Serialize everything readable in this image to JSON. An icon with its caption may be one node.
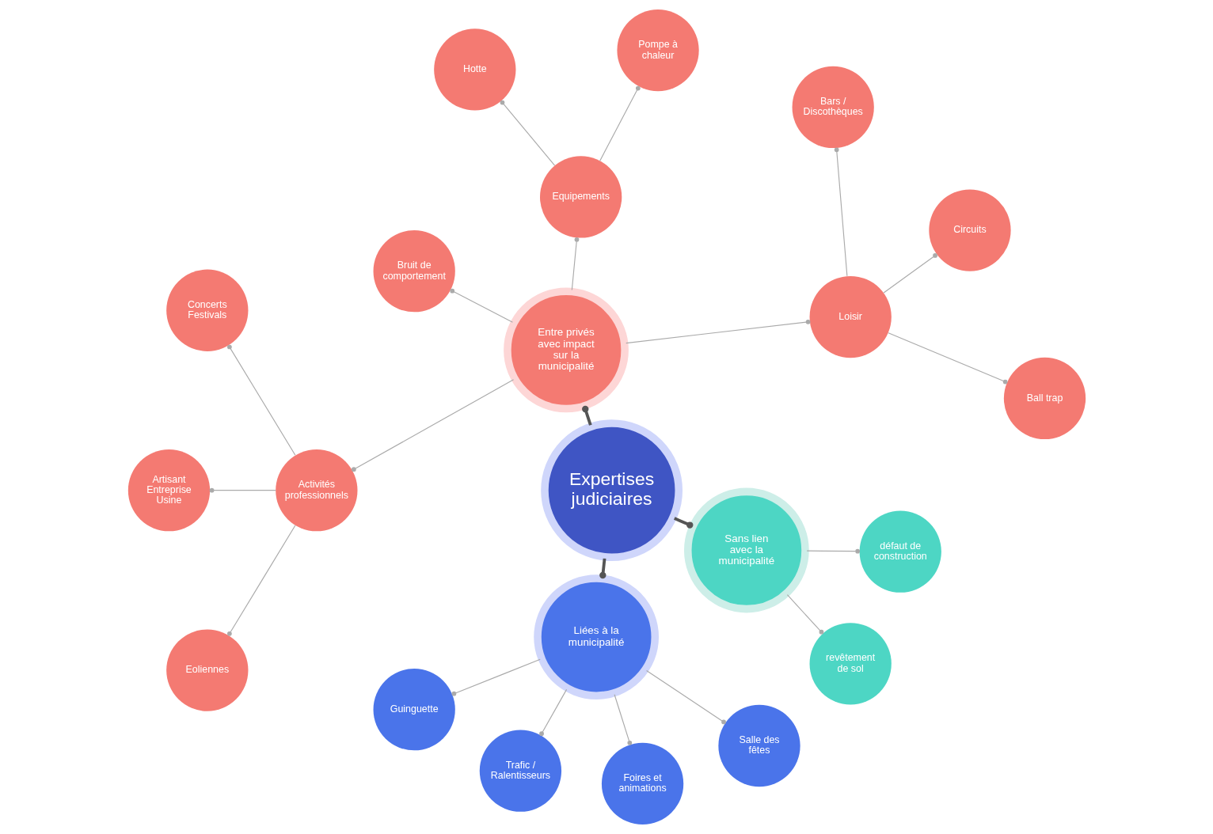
{
  "diagram": {
    "nodes": [
      {
        "text": [
          "Expertises judiciaires"
        ]
      },
      {
        "text": [
          "Entre privés avec impact sur la municipalité"
        ]
      },
      {
        "text": [
          "Liées à la municipalité"
        ]
      },
      {
        "text": [
          "Sans lien avec la municipalité"
        ]
      },
      {
        "text": [
          "Loisir"
        ]
      },
      {
        "text": [
          "Ball trap"
        ]
      },
      {
        "text": [
          "Circuits"
        ]
      },
      {
        "text": [
          "Bars / Discothèques"
        ]
      },
      {
        "text": [
          "Equipements"
        ]
      },
      {
        "text": [
          "Pompe à chaleur"
        ]
      },
      {
        "text": [
          "Hotte"
        ]
      },
      {
        "text": [
          "Bruit de comportement"
        ]
      },
      {
        "text": [
          "Activités professionnels"
        ]
      },
      {
        "text": [
          "Concerts Festivals"
        ]
      },
      {
        "text": [
          "Artisant Entreprise Usine"
        ]
      },
      {
        "text": [
          "Eoliennes"
        ]
      },
      {
        "text": [
          "Guinguette"
        ]
      },
      {
        "text": [
          "Trafic / Ralentisseurs"
        ]
      },
      {
        "text": [
          "Foires et animations"
        ]
      },
      {
        "text": [
          "Salle des fêtes"
        ]
      },
      {
        "text": [
          "revêtement de sol"
        ]
      },
      {
        "text": [
          "défaut de construction"
        ]
      }
    ],
    "edges": [
      {
        "from": 0,
        "to": 1,
        "arrow": "other",
        "style": "thick",
        "color": "#555555"
      },
      {
        "from": 0,
        "to": 2,
        "arrow": "other",
        "style": "thick",
        "color": "#555555"
      },
      {
        "from": 0,
        "to": 3,
        "arrow": "other",
        "style": "thick",
        "color": "#555555"
      },
      {
        "from": 1,
        "to": 4,
        "arrow": "other"
      },
      {
        "from": 1,
        "to": 8,
        "arrow": "other"
      },
      {
        "from": 1,
        "to": 11,
        "arrow": "other"
      },
      {
        "from": 1,
        "to": 12,
        "arrow": "other"
      },
      {
        "from": 4,
        "to": 5,
        "arrow": "other"
      },
      {
        "from": 4,
        "to": 6,
        "arrow": "other"
      },
      {
        "from": 4,
        "to": 7,
        "arrow": "other"
      },
      {
        "from": 8,
        "to": 9,
        "arrow": "other"
      },
      {
        "from": 8,
        "to": 10,
        "arrow": "other"
      },
      {
        "from": 12,
        "to": 13,
        "arrow": "other"
      },
      {
        "from": 12,
        "to": 14,
        "arrow": "other"
      },
      {
        "from": 12,
        "to": 15,
        "arrow": "other"
      },
      {
        "from": 2,
        "to": 16,
        "arrow": "other"
      },
      {
        "from": 2,
        "to": 17,
        "arrow": "other"
      },
      {
        "from": 2,
        "to": 18,
        "arrow": "other"
      },
      {
        "from": 2,
        "to": 19,
        "arrow": "other"
      },
      {
        "from": 3,
        "to": 20,
        "arrow": "other"
      },
      {
        "from": 3,
        "to": 21,
        "arrow": "other"
      }
    ]
  }
}
